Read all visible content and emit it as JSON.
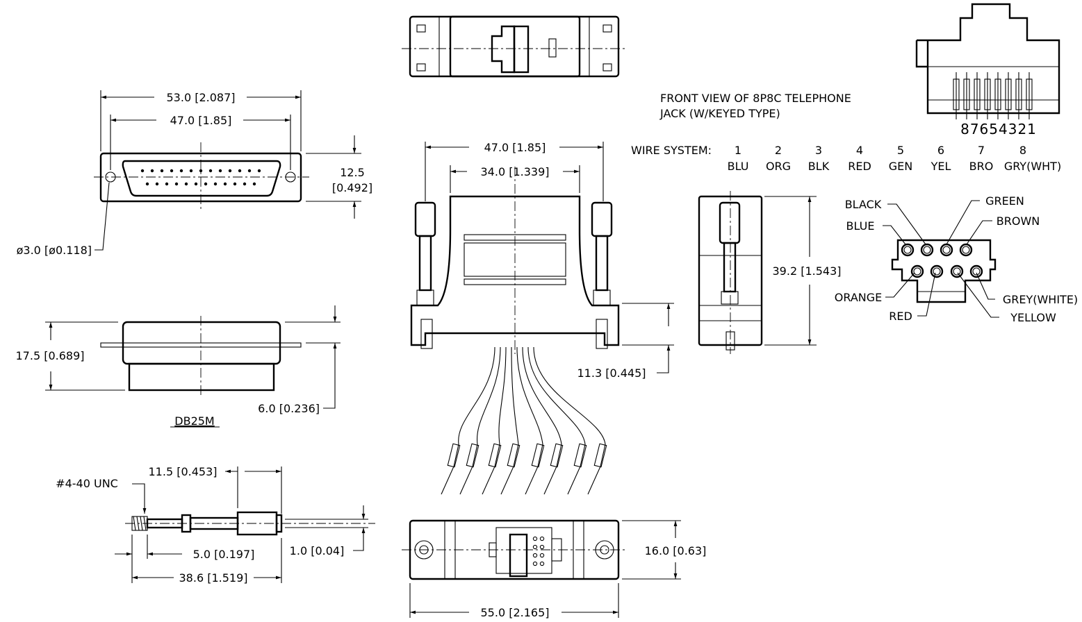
{
  "db25": {
    "dim_overall": "53.0 [2.087]",
    "dim_holes": "47.0 [1.85]",
    "dim_height_a": "12.5",
    "dim_height_b": "[0.492]",
    "dim_hole_dia": "ø3.0 [ø0.118]",
    "dim_depth": "17.5 [0.689]",
    "dim_flange": "6.0 [0.236]",
    "label": "DB25M"
  },
  "screw": {
    "thread": "#4-40 UNC",
    "dim_knob": "11.5 [0.453]",
    "dim_thread": "5.0 [0.197]",
    "dim_dia": "1.0 [0.04]",
    "dim_total": "38.6 [1.519]"
  },
  "adapter": {
    "dim_screws": "47.0 [1.85]",
    "dim_body": "34.0 [1.339]",
    "dim_flange": "11.3 [0.445]",
    "dim_height": "39.2 [1.543]",
    "dim_thickness": "16.0 [0.63]",
    "dim_width": "55.0 [2.165]"
  },
  "jack": {
    "title_line1": "FRONT VIEW OF 8P8C TELEPHONE",
    "title_line2": "JACK (W/KEYED TYPE)",
    "pin_numbers": "87654321"
  },
  "wire_system": {
    "label": "WIRE SYSTEM:",
    "pins": [
      {
        "num": "1",
        "color": "BLU"
      },
      {
        "num": "2",
        "color": "ORG"
      },
      {
        "num": "3",
        "color": "BLK"
      },
      {
        "num": "4",
        "color": "RED"
      },
      {
        "num": "5",
        "color": "GEN"
      },
      {
        "num": "6",
        "color": "YEL"
      },
      {
        "num": "7",
        "color": "BRO"
      },
      {
        "num": "8",
        "color": "GRY(WHT)"
      }
    ]
  },
  "pinout_labels": {
    "black": "BLACK",
    "blue": "BLUE",
    "green": "GREEN",
    "brown": "BROWN",
    "orange": "ORANGE",
    "red": "RED",
    "grey": "GREY(WHITE)",
    "yellow": "YELLOW"
  }
}
